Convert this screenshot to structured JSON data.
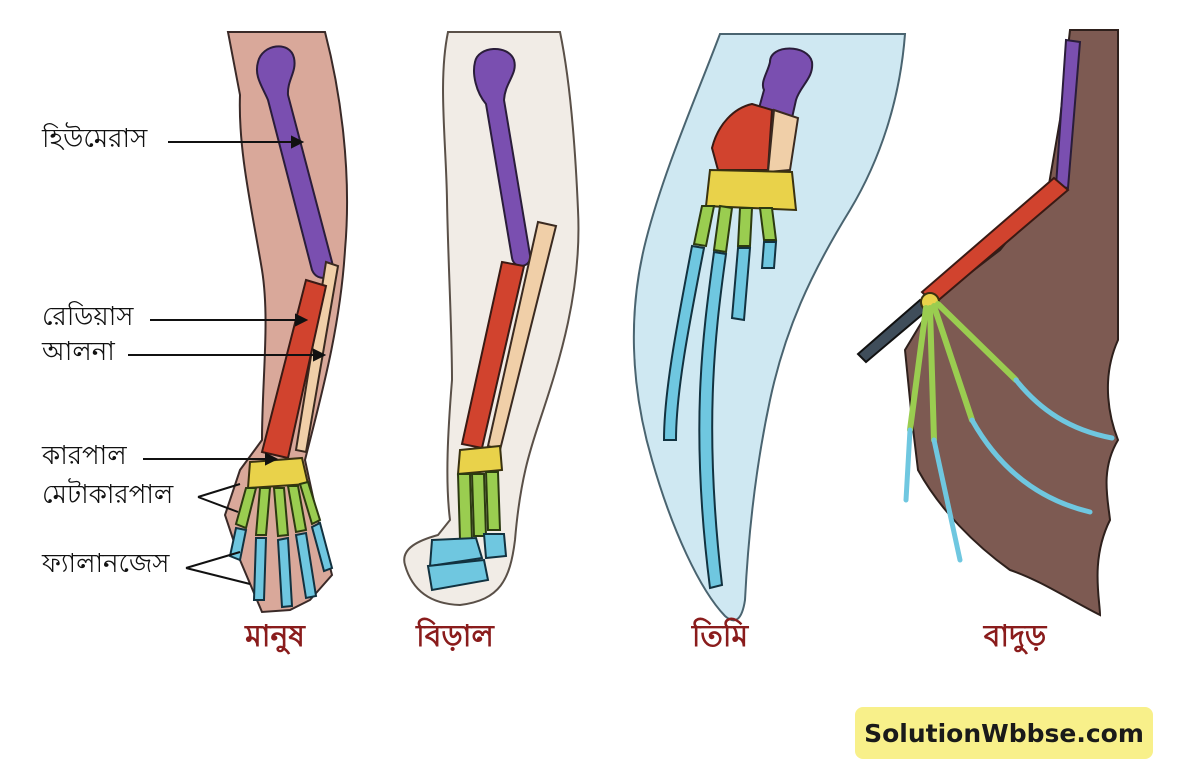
{
  "labels": {
    "humerus": "হিউমেরাস",
    "radius": "রেডিয়াস",
    "ulna": "আলনা",
    "carpal": "কারপাল",
    "metacarpal": "মেটাকারপাল",
    "phalanges": "ফ্যালানজেস"
  },
  "captions": {
    "human": "মানুষ",
    "cat": "বিড়াল",
    "whale": "তিমি",
    "bat": "বাদুড়"
  },
  "watermark": "SolutionWbbse.com",
  "colors": {
    "humerus": "#7a4fb0",
    "radius": "#d1432e",
    "ulna": "#f0cfa8",
    "carpal": "#e9d24a",
    "metacarpal": "#9acd50",
    "phalanges": "#6fc7e0",
    "human_skin": "#d9a89a",
    "cat_fur": "#f1ece6",
    "whale_skin": "#cfe8f2",
    "bat_membrane": "#7d5a52"
  }
}
